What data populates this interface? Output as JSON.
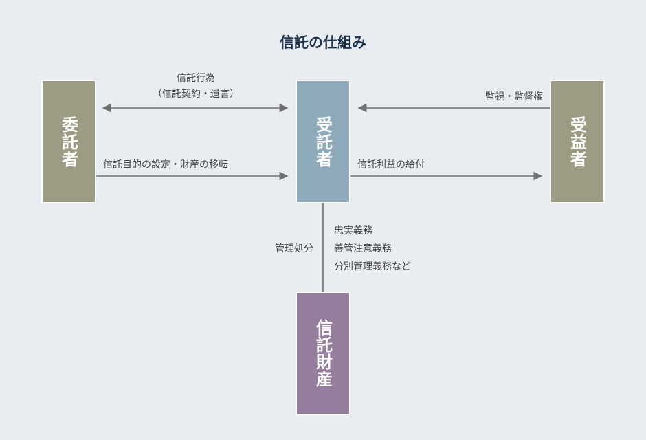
{
  "title": "信託の仕組み",
  "nodes": {
    "settlor": {
      "label": "委託者",
      "color": "#9c9c84"
    },
    "trustee": {
      "label": "受託者",
      "color": "#8eaabb"
    },
    "beneficiary": {
      "label": "受益者",
      "color": "#9c9c84"
    },
    "property": {
      "label": "信託財産",
      "color": "#957d9e"
    }
  },
  "edges": {
    "trust_act": {
      "line1": "信託行為",
      "line2": "（信託契約・遺言）"
    },
    "transfer": {
      "label": "信託目的の設定・財産の移転"
    },
    "supervision": {
      "label": "監視・監督権"
    },
    "benefit": {
      "label": "信託利益の給付"
    },
    "management": {
      "label": "管理処分"
    },
    "duties": [
      "忠実義務",
      "善管注意義務",
      "分別管理義務など"
    ]
  }
}
